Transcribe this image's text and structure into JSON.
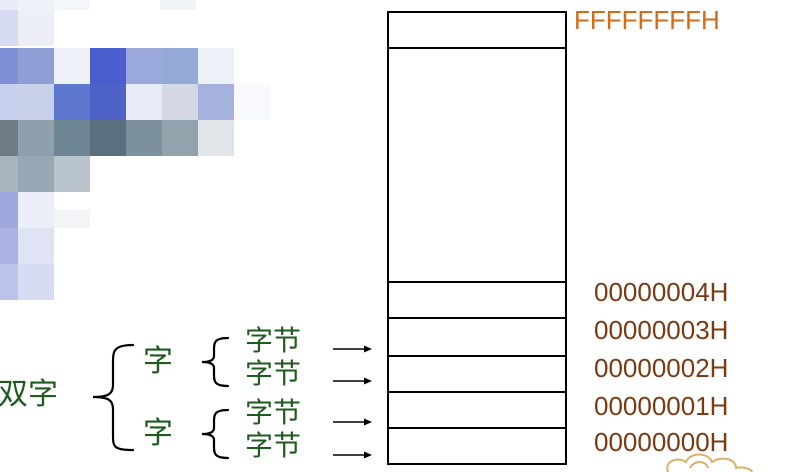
{
  "colors": {
    "address_top": "#d56b15",
    "address_low": "#7a3a12",
    "chinese": "#1f5a1f",
    "line": "#000000",
    "cloud": "#d9b16c"
  },
  "addresses": {
    "top": "FFFFFFFFH",
    "a4": "00000004H",
    "a3": "00000003H",
    "a2": "00000002H",
    "a1": "00000001H",
    "a0": "00000000H"
  },
  "labels": {
    "dword": "双字",
    "word_top": "字",
    "word_bottom": "字",
    "byte_1": "字节",
    "byte_2": "字节",
    "byte_3": "字节",
    "byte_4": "字节"
  }
}
